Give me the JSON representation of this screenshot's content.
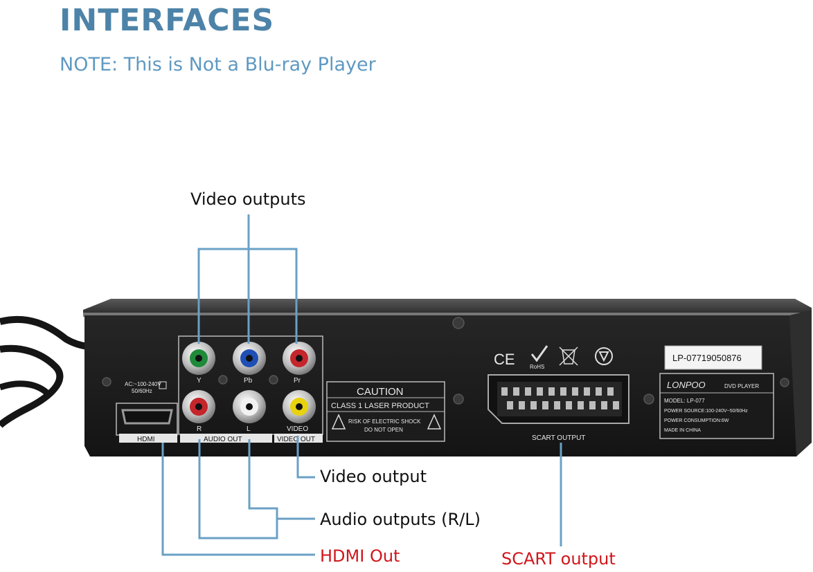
{
  "header": {
    "title": "INTERFACES",
    "note": "NOTE: This is Not a Blu-ray Player"
  },
  "callouts": {
    "video_outputs": "Video outputs",
    "video_output": "Video output",
    "audio_outputs": "Audio outputs (R/L)",
    "hdmi_out": "HDMI Out",
    "scart_output": "SCART output"
  },
  "device": {
    "ac_label": "AC:~100-240V",
    "ac_freq": "50/60Hz",
    "hdmi_label": "HDMI",
    "jack_labels": {
      "y": "Y",
      "pb": "Pb",
      "pr": "Pr",
      "r": "R",
      "l": "L",
      "video": "VIDEO"
    },
    "audio_out_label": "AUDIO OUT",
    "video_out_label": "VIDEO OUT",
    "caution_title": "CAUTION",
    "caution_line1": "CLASS 1 LASER PRODUCT",
    "caution_line2": "RISK OF ELECTRIC SHOCK",
    "caution_line3": "DO NOT OPEN",
    "scart_label": "SCART OUTPUT",
    "serial": "LP-07719050876",
    "brand": "LONPOO",
    "product": "DVD PLAYER",
    "model": "MODEL: LP-077",
    "power_source": "POWER SOURCE:100-240V~50/60Hz",
    "power_consumption": "POWER CONSUMPTION:6W",
    "made_in": "MADE IN CHINA",
    "ce_mark": "CE",
    "rohs_mark": "RoHS"
  },
  "colors": {
    "title": "#4d83a8",
    "note": "#5f99c2",
    "leader_line": "#6aa0c6",
    "red_callout": "#d0161b",
    "jack_y": "#1f8a3a",
    "jack_pb": "#1f4fb5",
    "jack_pr": "#c4262b",
    "jack_r": "#c4262b",
    "jack_l": "#f2f2f2",
    "jack_video": "#e8d20c"
  }
}
